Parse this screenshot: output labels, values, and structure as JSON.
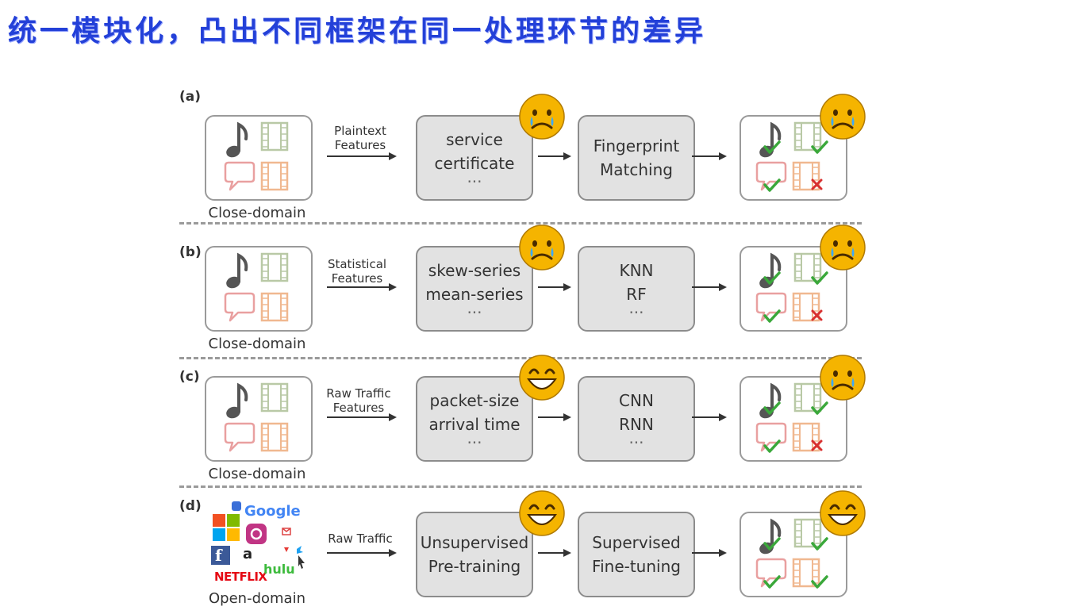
{
  "title": "统一模块化，凸出不同框架在同一处理环节的差异",
  "panels": [
    {
      "label": "(a)",
      "domain": "Close-domain",
      "feature_label_1": "Plaintext",
      "feature_label_2": "Features",
      "features": [
        "service",
        "certificate",
        "···"
      ],
      "method": [
        "Fingerprint",
        "Matching"
      ],
      "feature_face": "sad",
      "result_face": "sad",
      "results": [
        "check",
        "check",
        "check",
        "cross"
      ]
    },
    {
      "label": "(b)",
      "domain": "Close-domain",
      "feature_label_1": "Statistical",
      "feature_label_2": "Features",
      "features": [
        "skew-series",
        "mean-series",
        "···"
      ],
      "method": [
        "KNN",
        "RF",
        "···"
      ],
      "feature_face": "sad",
      "result_face": "sad",
      "results": [
        "check",
        "check",
        "check",
        "cross"
      ]
    },
    {
      "label": "(c)",
      "domain": "Close-domain",
      "feature_label_1": "Raw Traffic",
      "feature_label_2": "Features",
      "features": [
        "packet-size",
        "arrival time",
        "···"
      ],
      "method": [
        "CNN",
        "RNN",
        "···"
      ],
      "feature_face": "happy",
      "result_face": "sad",
      "results": [
        "check",
        "check",
        "check",
        "cross"
      ]
    },
    {
      "label": "(d)",
      "domain": "Open-domain",
      "feature_label_1": "Raw Traffic",
      "feature_label_2": "",
      "features": [
        "Unsupervised",
        "Pre-training"
      ],
      "method": [
        "Supervised",
        "Fine-tuning"
      ],
      "feature_face": "happy",
      "result_face": "happy",
      "results": [
        "check",
        "check",
        "check",
        "check"
      ]
    }
  ],
  "logos": {
    "google": "Google",
    "netflix": "NETFLIX",
    "hulu": "hulu",
    "amazon": "a",
    "facebook": "f"
  },
  "colors": {
    "title": "#2340d8",
    "check": "#3aa83a",
    "cross": "#d83030",
    "face": "#f5b400",
    "box_fill": "#e2e2e2"
  }
}
